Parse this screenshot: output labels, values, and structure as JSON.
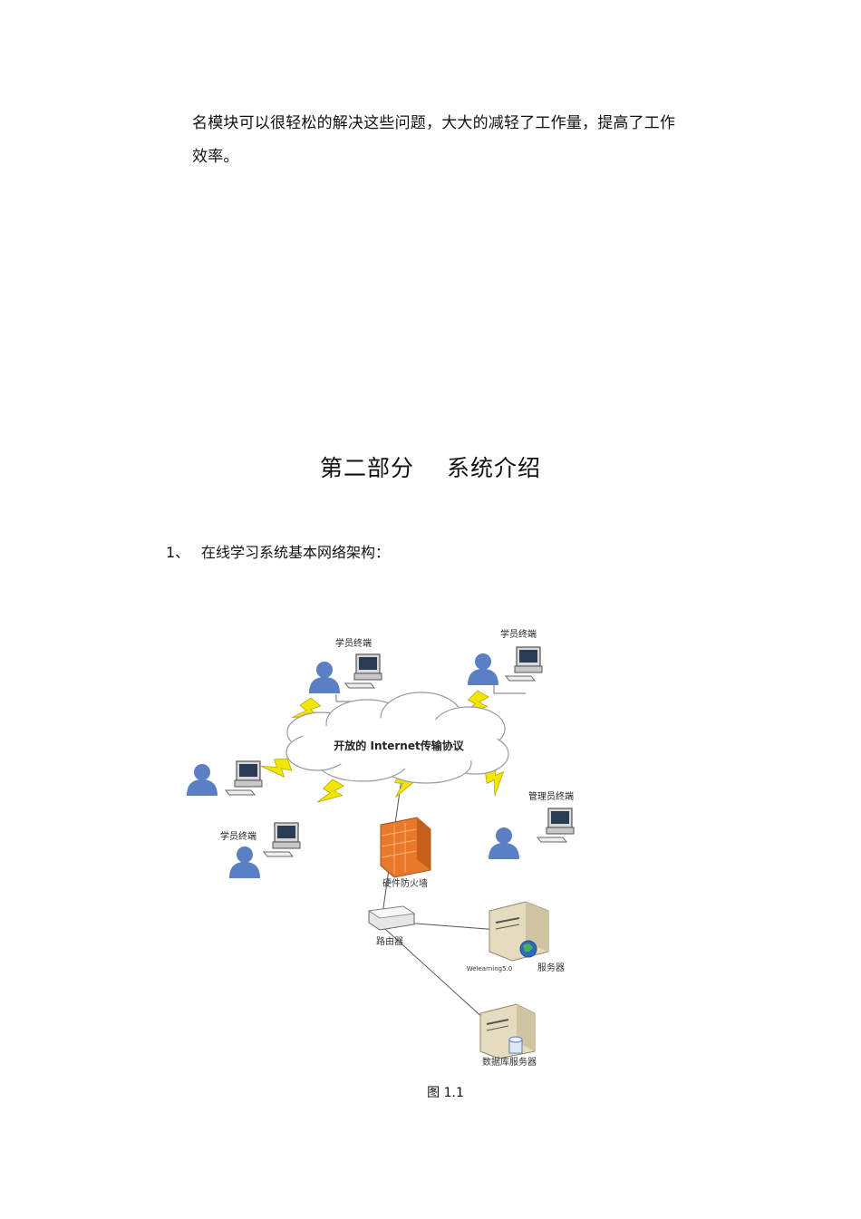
{
  "paragraph": {
    "line1": "名模块可以很轻松的解决这些问题，大大的减轻了工作量，提高了工作",
    "line2": "效率。"
  },
  "section": {
    "title_part1": "第二部分",
    "title_part2": "系统介绍"
  },
  "list_item": {
    "number": "1、",
    "text": "在线学习系统基本网络架构："
  },
  "diagram": {
    "cloud_label": "开放的 Internet传输协议",
    "student_terminal_label": "学员终端",
    "admin_terminal_label": "管理员终端",
    "firewall_label": "硬件防火墙",
    "router_label": "路由器",
    "app_server_label_prefix": "Welearning5.0",
    "app_server_label": "服务器",
    "db_server_label": "数据库服务器",
    "colors": {
      "user_blue": "#5b7fc4",
      "lightning_yellow": "#f2e600",
      "firewall_orange": "#e8782a",
      "server_beige": "#e5dcc0"
    }
  },
  "caption": "图 1.1"
}
